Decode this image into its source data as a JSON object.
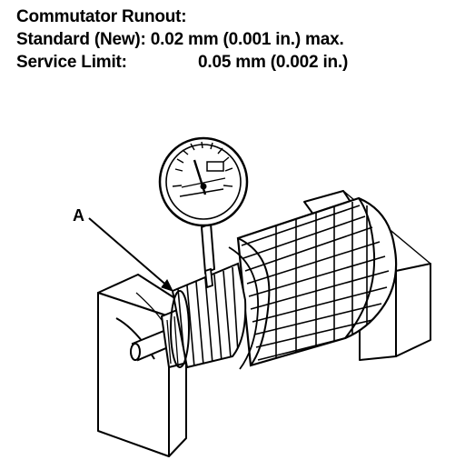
{
  "heading": "Commutator Runout:",
  "specs": [
    {
      "label": "Standard (New):",
      "value": "0.02 mm (0.001 in.) max."
    },
    {
      "label": "Service Limit:",
      "value": "0.05 mm (0.002 in.)"
    }
  ],
  "callouts": {
    "a": "A"
  }
}
